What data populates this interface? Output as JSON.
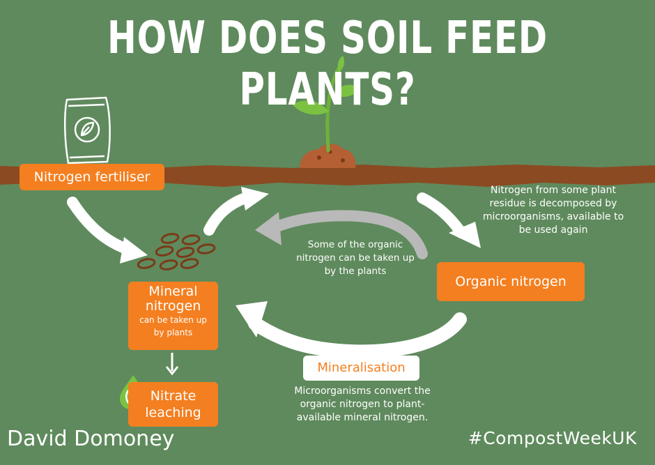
{
  "title": "HOW DOES SOIL FEED PLANTS?",
  "labels": {
    "fertiliser": "Nitrogen fertiliser",
    "mineral_title_1": "Mineral",
    "mineral_title_2": "nitrogen",
    "mineral_sub_1": "can be taken up",
    "mineral_sub_2": "by plants",
    "nitrate_1": "Nitrate",
    "nitrate_2": "leaching",
    "organic": "Organic nitrogen",
    "mineralisation": "Mineralisation"
  },
  "notes": {
    "decompose": [
      "Nitrogen from some plant",
      "residue is decomposed by",
      "microorganisms, available to",
      "be used again"
    ],
    "uptake": [
      "Some of the organic",
      "nitrogen can be taken up",
      "by the plants"
    ],
    "convert": [
      "Microorganisms convert the",
      "organic nitrogen to plant-",
      "available mineral nitrogen."
    ]
  },
  "footer": {
    "brand": "David Domoney",
    "hashtag": "#CompostWeekUK"
  },
  "colors": {
    "background": "#5f8a5d",
    "orange": "#f47f20",
    "soil": "#8b4a22",
    "white": "#ffffff",
    "grey_arrow": "#b9b9b9"
  }
}
